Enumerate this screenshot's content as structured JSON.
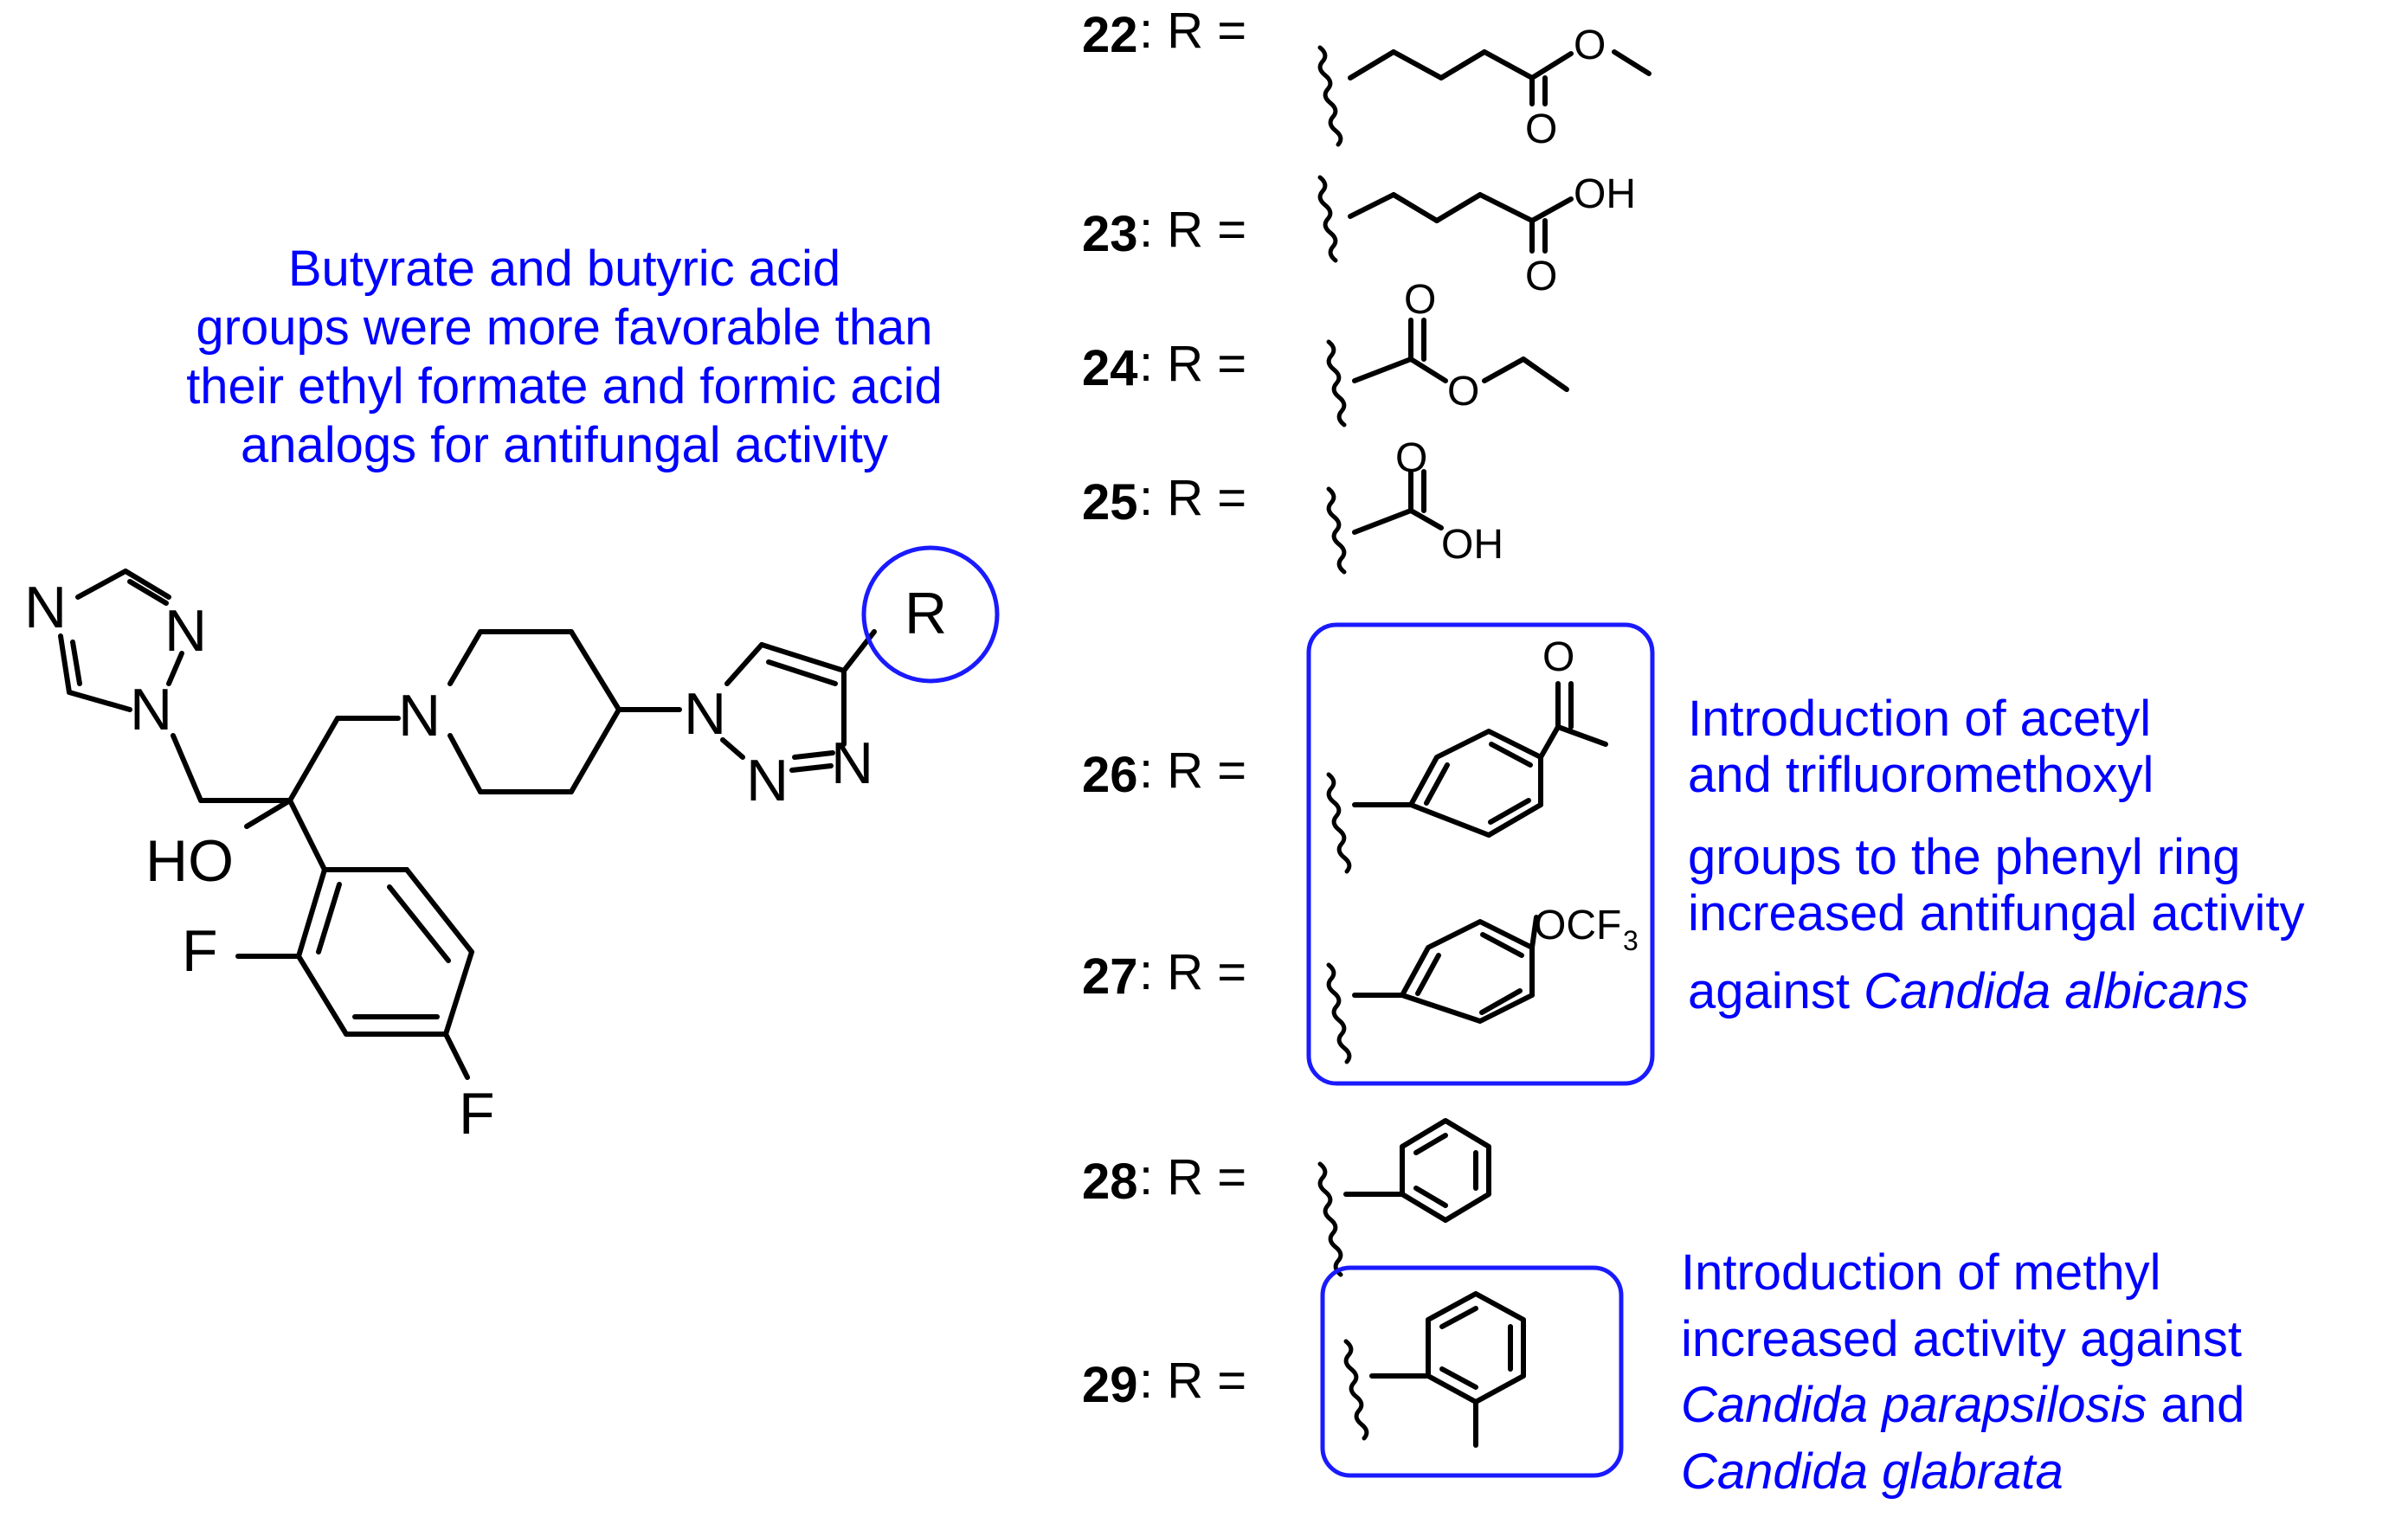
{
  "annotations": {
    "left": [
      "Butyrate and butyric acid",
      "groups were more favorable than",
      "their ethyl formate and formic acid",
      "analogs for antifungal activity"
    ],
    "right1": [
      "Introduction of acetyl",
      "and trifluoromethoxyl",
      "groups to the phenyl ring",
      "increased antifungal activity",
      "against "
    ],
    "right1_italic": "Candida albicans",
    "right2": [
      "Introduction of methyl",
      "increased activity against"
    ],
    "right2_line3_italic": "Candida parapsilosis",
    "right2_line3_rest": " and",
    "right2_line4_italic": "Candida glabrata"
  },
  "core": {
    "atoms": {
      "N1": "N",
      "N2": "N",
      "N3": "N",
      "N4": "N",
      "N5": "N",
      "N6": "N",
      "N7": "N",
      "HO": "HO",
      "F1": "F",
      "F2": "F",
      "R": "R"
    }
  },
  "compounds": [
    {
      "id": "22",
      "eq": ": R =",
      "atoms": {
        "O1": "O",
        "O2": "O"
      }
    },
    {
      "id": "23",
      "eq": ": R =",
      "atoms": {
        "OH": "OH",
        "O": "O"
      }
    },
    {
      "id": "24",
      "eq": ": R =",
      "atoms": {
        "O1": "O",
        "O2": "O"
      }
    },
    {
      "id": "25",
      "eq": ": R =",
      "atoms": {
        "O": "O",
        "OH": "OH"
      }
    },
    {
      "id": "26",
      "eq": ": R =",
      "atoms": {
        "O": "O"
      }
    },
    {
      "id": "27",
      "eq": ": R =",
      "atoms": {
        "OCF": "OCF",
        "sub": "3"
      }
    },
    {
      "id": "28",
      "eq": ": R =",
      "atoms": {}
    },
    {
      "id": "29",
      "eq": ": R =",
      "atoms": {}
    }
  ],
  "colors": {
    "annotation": "#0000ff",
    "box": "#1a1aff",
    "structure": "#000000"
  }
}
